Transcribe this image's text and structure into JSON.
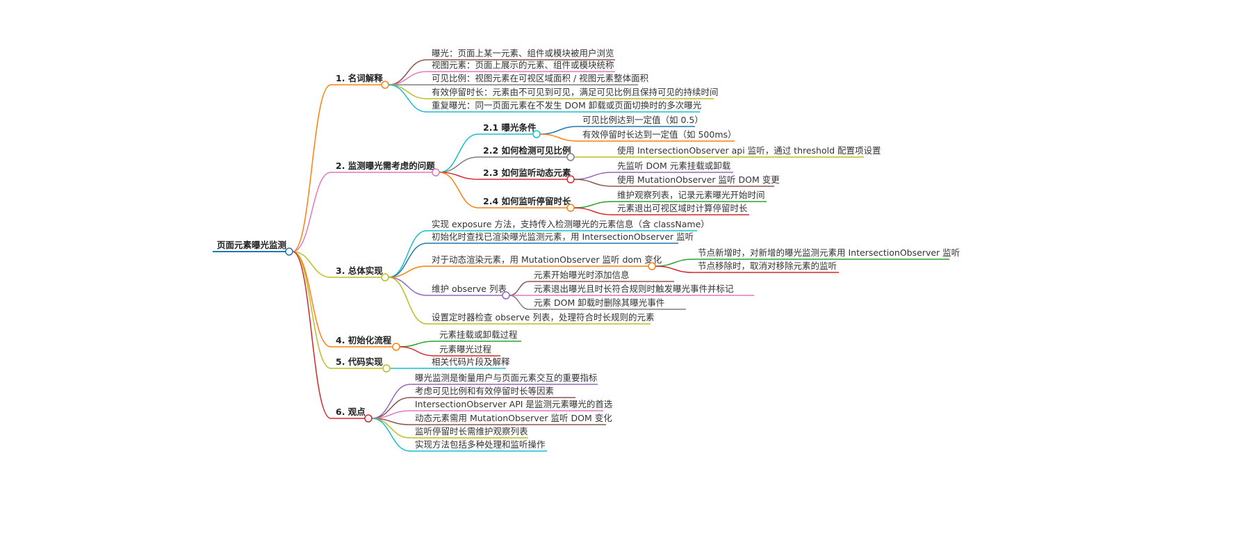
{
  "mindmap": {
    "label": "页面元素曝光监测",
    "color": "#1f77b4",
    "children": [
      {
        "label": "1. 名词解释",
        "color": "#ff7f0e",
        "children": [
          {
            "label": "曝光：页面上某一元素、组件或模块被用户浏览",
            "color": "#8c564b"
          },
          {
            "label": "视图元素：页面上展示的元素、组件或模块统称",
            "color": "#e377c2"
          },
          {
            "label": "可见比例：视图元素在可视区域面积 / 视图元素整体面积",
            "color": "#7f7f7f"
          },
          {
            "label": "有效停留时长：元素由不可见到可见，满足可见比例且保持可见的持续时间",
            "color": "#bcbd22"
          },
          {
            "label": "重复曝光：同一页面元素在不发生 DOM 卸载或页面切换时的多次曝光",
            "color": "#17becf"
          }
        ]
      },
      {
        "label": "2. 监测曝光需考虑的问题",
        "color": "#e377c2",
        "children": [
          {
            "label": "2.1 曝光条件",
            "color": "#17becf",
            "children": [
              {
                "label": "可见比例达到一定值（如 0.5）",
                "color": "#1f77b4"
              },
              {
                "label": "有效停留时长达到一定值（如 500ms）",
                "color": "#ff7f0e"
              }
            ]
          },
          {
            "label": "2.2 如何检测可见比例",
            "color": "#7f7f7f",
            "children": [
              {
                "label": "使用 IntersectionObserver api 监听，通过 threshold 配置项设置",
                "color": "#bcbd22"
              }
            ]
          },
          {
            "label": "2.3 如何监听动态元素",
            "color": "#d62728",
            "children": [
              {
                "label": "先监听 DOM 元素挂载或卸载",
                "color": "#9467bd"
              },
              {
                "label": "使用 MutationObserver 监听 DOM 变更",
                "color": "#8c564b"
              }
            ]
          },
          {
            "label": "2.4 如何监听停留时长",
            "color": "#ff7f0e",
            "children": [
              {
                "label": "维护观察列表，记录元素曝光开始时间",
                "color": "#2ca02c"
              },
              {
                "label": "元素退出可视区域时计算停留时长",
                "color": "#d62728"
              }
            ]
          }
        ]
      },
      {
        "label": "3. 总体实现",
        "color": "#bcbd22",
        "children": [
          {
            "label": "实现 exposure 方法，支持传入检测曝光的元素信息（含 className）",
            "color": "#17becf"
          },
          {
            "label": "初始化时查找已渲染曝光监测元素，用 IntersectionObserver 监听",
            "color": "#1f77b4"
          },
          {
            "label": "对于动态渲染元素，用 MutationObserver 监听 dom 变化",
            "color": "#ff7f0e",
            "children": [
              {
                "label": "节点新增时，对新增的曝光监测元素用 IntersectionObserver 监听",
                "color": "#2ca02c"
              },
              {
                "label": "节点移除时，取消对移除元素的监听",
                "color": "#d62728"
              }
            ]
          },
          {
            "label": "维护 observe 列表",
            "color": "#9467bd",
            "children": [
              {
                "label": "元素开始曝光时添加信息",
                "color": "#8c564b"
              },
              {
                "label": "元素退出曝光且时长符合规则时触发曝光事件并标记",
                "color": "#e377c2"
              },
              {
                "label": "元素 DOM 卸载时删除其曝光事件",
                "color": "#7f7f7f"
              }
            ]
          },
          {
            "label": "设置定时器检查 observe 列表，处理符合时长规则的元素",
            "color": "#bcbd22"
          }
        ]
      },
      {
        "label": "4. 初始化流程",
        "color": "#ff7f0e",
        "children": [
          {
            "label": "元素挂载或卸载过程",
            "color": "#2ca02c"
          },
          {
            "label": "元素曝光过程",
            "color": "#d62728"
          }
        ]
      },
      {
        "label": "5. 代码实现",
        "color": "#bcbd22",
        "children": [
          {
            "label": "相关代码片段及解释",
            "color": "#17becf"
          }
        ]
      },
      {
        "label": "6. 观点",
        "color": "#d62728",
        "children": [
          {
            "label": "曝光监测是衡量用户与页面元素交互的重要指标",
            "color": "#9467bd"
          },
          {
            "label": "考虑可见比例和有效停留时长等因素",
            "color": "#8c564b"
          },
          {
            "label": "IntersectionObserver API 是监测元素曝光的首选",
            "color": "#e377c2"
          },
          {
            "label": "动态元素需用 MutationObserver 监听 DOM 变化",
            "color": "#8c564b"
          },
          {
            "label": "监听停留时长需维护观察列表",
            "color": "#bcbd22"
          },
          {
            "label": "实现方法包括多种处理和监听操作",
            "color": "#17becf"
          }
        ]
      }
    ]
  }
}
